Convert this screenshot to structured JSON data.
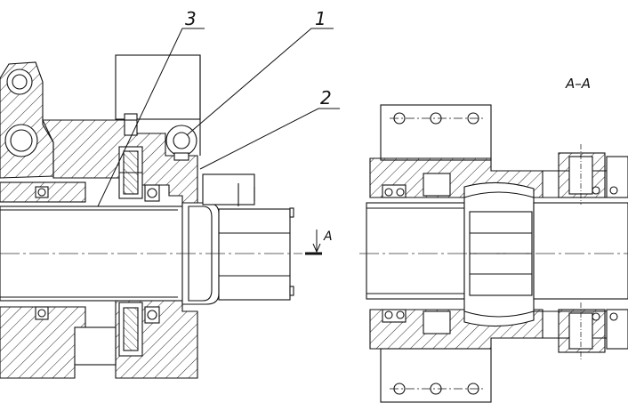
{
  "callouts": [
    {
      "id": "c3",
      "text": "3"
    },
    {
      "id": "c1",
      "text": "1"
    },
    {
      "id": "c2",
      "text": "2"
    }
  ],
  "section": {
    "title": "A–A",
    "cut_letter": "A"
  },
  "colors": {
    "line": "#111111",
    "centerline": "#333333",
    "background": "#ffffff"
  }
}
